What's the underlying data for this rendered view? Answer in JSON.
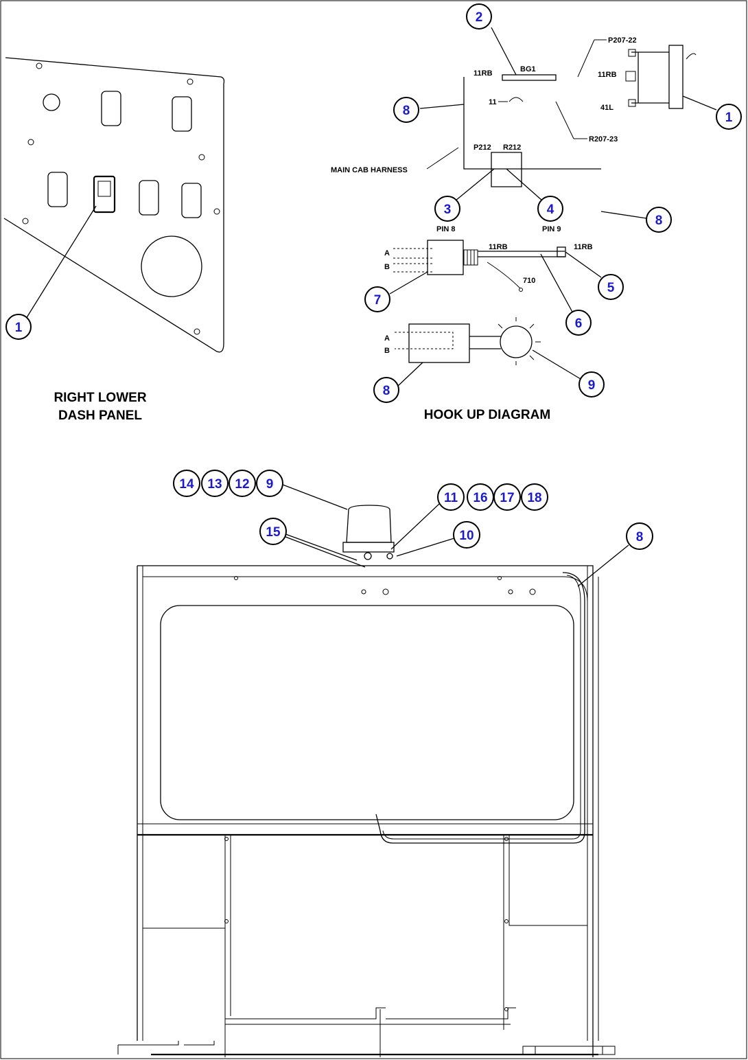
{
  "titles": {
    "right_lower_dash_panel_line1": "RIGHT LOWER",
    "right_lower_dash_panel_line2": "DASH PANEL",
    "hook_up_diagram": "HOOK UP DIAGRAM"
  },
  "wire_labels": {
    "p207_22": "P207-22",
    "w11rb_top": "11RB",
    "w11rb_switch": "11RB",
    "bg1": "BG1",
    "w41l": "41L",
    "r207_23": "R207-23",
    "w11": "11",
    "p212": "P212",
    "r212": "R212",
    "main_cab_harness": "MAIN CAB HARNESS",
    "pin8": "PIN 8",
    "pin9": "PIN 9",
    "w11rb_a": "11RB",
    "w11rb_b": "11RB",
    "w710": "710",
    "a_top": "A",
    "b_top": "B",
    "a_bottom": "A",
    "b_bottom": "B"
  },
  "callouts": {
    "c1_switch": "1",
    "c1_panel": "1",
    "c2": "2",
    "c3": "3",
    "c4": "4",
    "c5": "5",
    "c6": "6",
    "c7": "7",
    "c8_top": "8",
    "c8_right": "8",
    "c8_hookup": "8",
    "c8_cab": "8",
    "c9_hookup": "9",
    "c9_cab": "9",
    "c10": "10",
    "c11": "11",
    "c12": "12",
    "c13": "13",
    "c14": "14",
    "c15": "15",
    "c16": "16",
    "c17": "17",
    "c18": "18"
  },
  "colors": {
    "callout_text": "#1a1acc",
    "line": "#000000",
    "background": "#ffffff"
  }
}
